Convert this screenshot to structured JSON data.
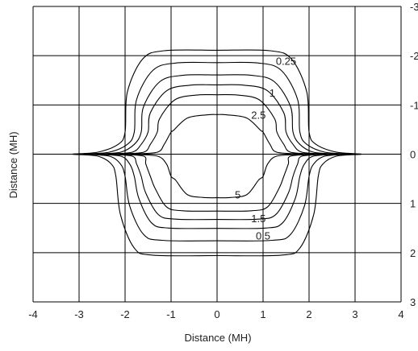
{
  "chart_data": {
    "type": "contour",
    "title": "",
    "xlabel": "Distance (MH)",
    "ylabel": "Distance (MH)",
    "xlim": [
      -4,
      4
    ],
    "ylim": [
      -3,
      3
    ],
    "x_ticks": [
      "-4",
      "-3",
      "-2",
      "-1",
      "0",
      "1",
      "2",
      "3",
      "4"
    ],
    "y_ticks_right": [
      "-3",
      "-2",
      "-1",
      "0",
      "1",
      "2",
      "3"
    ],
    "grid": true,
    "contour_labels": [
      {
        "text": "0.25",
        "x": 1.5,
        "y": -1.9
      },
      {
        "text": "1",
        "x": 1.2,
        "y": -1.25
      },
      {
        "text": "2.5",
        "x": 0.9,
        "y": -0.8
      },
      {
        "text": "5",
        "x": 0.45,
        "y": 0.82
      },
      {
        "text": "1.5",
        "x": 0.9,
        "y": 1.3
      },
      {
        "text": "0.5",
        "x": 1.0,
        "y": 1.65
      }
    ],
    "contours": [
      {
        "level": "0.25",
        "ext_x": 3.15,
        "top_half_y": 2.1,
        "top_flat_x": 1.15,
        "top_shoulder_x": 2.0,
        "bottom_half_y": 2.05,
        "bottom_flat_x": 1.4,
        "bottom_shoulder_x": 2.2
      },
      {
        "level": "0.5",
        "ext_x": 2.9,
        "top_half_y": 1.85,
        "top_flat_x": 0.9,
        "top_shoulder_x": 1.8,
        "bottom_half_y": 1.75,
        "bottom_flat_x": 1.2,
        "bottom_shoulder_x": 2.0
      },
      {
        "level": "1",
        "ext_x": 2.65,
        "top_half_y": 1.6,
        "top_flat_x": 0.75,
        "top_shoulder_x": 1.65,
        "bottom_half_y": 1.5,
        "bottom_flat_x": 1.05,
        "bottom_shoulder_x": 1.8
      },
      {
        "level": "1.5",
        "ext_x": 2.4,
        "top_half_y": 1.4,
        "top_flat_x": 0.6,
        "top_shoulder_x": 1.5,
        "bottom_half_y": 1.32,
        "bottom_flat_x": 0.9,
        "bottom_shoulder_x": 1.65
      },
      {
        "level": "2.5",
        "ext_x": 2.15,
        "top_half_y": 1.2,
        "top_flat_x": 0.45,
        "top_shoulder_x": 1.3,
        "bottom_half_y": 1.15,
        "bottom_flat_x": 0.75,
        "bottom_shoulder_x": 1.45
      },
      {
        "level": "5",
        "ext_x": 1.85,
        "top_half_y": 0.8,
        "top_flat_x": 0.2,
        "top_shoulder_x": 1.0,
        "bottom_half_y": 0.88,
        "bottom_flat_x": 0.3,
        "bottom_shoulder_x": 1.0
      }
    ]
  }
}
